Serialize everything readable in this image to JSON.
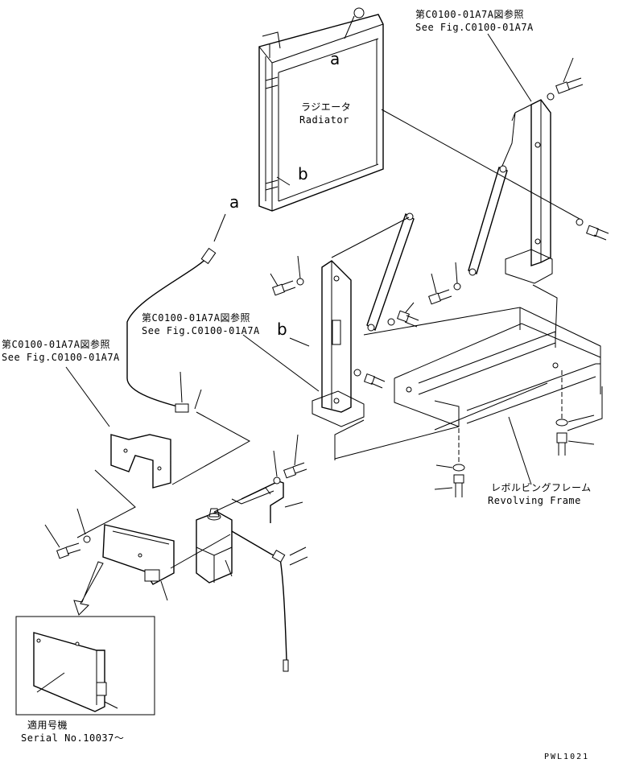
{
  "labels": {
    "ref_top_jp": "第C0100-01A7A図参照",
    "ref_top_en": "See Fig.C0100-01A7A",
    "radiator_jp": "ラジエータ",
    "radiator_en": "Radiator",
    "callout_a_top": "a",
    "callout_b_top": "b",
    "callout_a_left": "a",
    "ref_mid_jp": "第C0100-01A7A図参照",
    "ref_mid_en": "See Fig.C0100-01A7A",
    "callout_b_mid": "b",
    "ref_left_jp": "第C0100-01A7A図参照",
    "ref_left_en": "See Fig.C0100-01A7A",
    "frame_jp": "レボルビングフレーム",
    "frame_en": "Revolving Frame",
    "serial_jp": "適用号機",
    "serial_en": "Serial No.10037～",
    "drawing_id": "PWL1021"
  }
}
